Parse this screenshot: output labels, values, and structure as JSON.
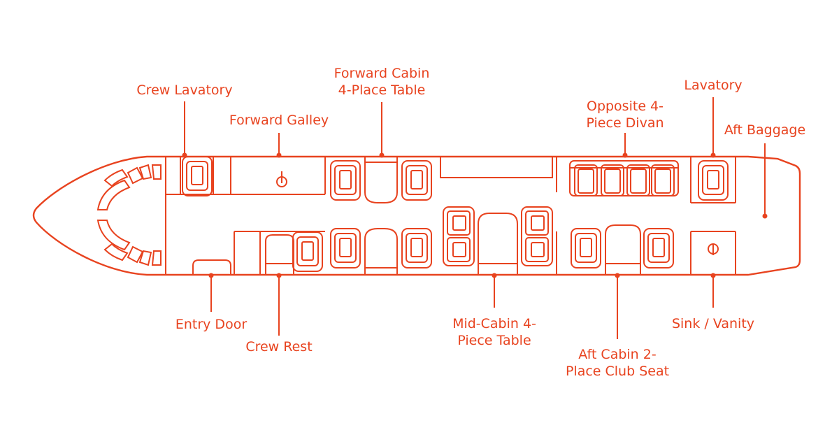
{
  "diagram": {
    "accent_color": "#e8431f",
    "background": "#ffffff",
    "labels": {
      "crew_lavatory": "Crew Lavatory",
      "forward_galley": "Forward Galley",
      "forward_cabin_line1": "Forward Cabin",
      "forward_cabin_line2": "4-Place Table",
      "opposite_divan_line1": "Opposite 4-",
      "opposite_divan_line2": "Piece Divan",
      "lavatory": "Lavatory",
      "aft_baggage": "Aft Baggage",
      "entry_door": "Entry Door",
      "crew_rest": "Crew Rest",
      "mid_cabin_line1": "Mid-Cabin 4-",
      "mid_cabin_line2": "Piece Table",
      "aft_cabin_line1": "Aft Cabin 2-",
      "aft_cabin_line2": "Place Club Seat",
      "sink_vanity": "Sink / Vanity"
    }
  }
}
